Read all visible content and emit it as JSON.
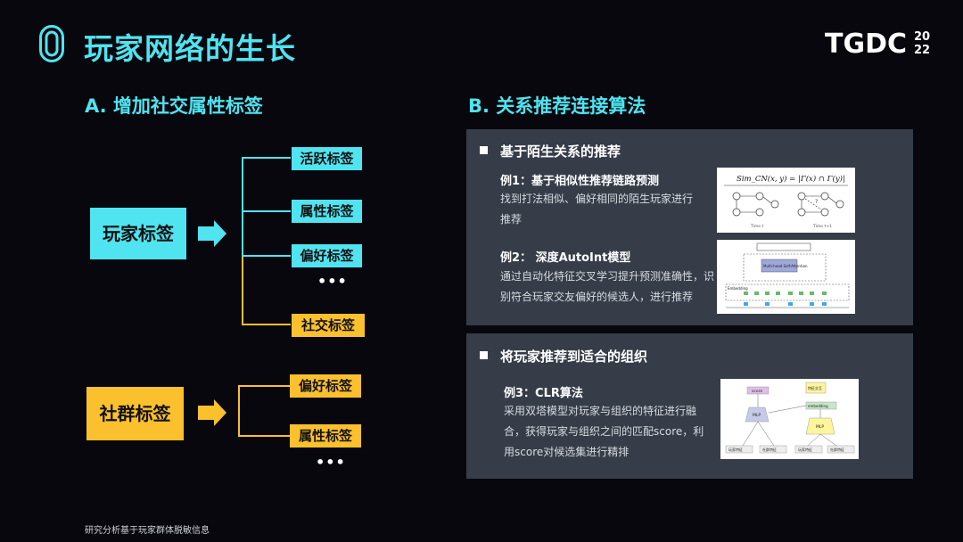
{
  "header": {
    "title": "玩家网络的生长",
    "logo_text": "TGDC",
    "logo_year_top": "20",
    "logo_year_bottom": "22"
  },
  "section_a": {
    "title": "A. 增加社交属性标签",
    "player_tags": {
      "label": "玩家标签",
      "children": [
        "活跃标签",
        "属性标签",
        "偏好标签"
      ],
      "more": "•••",
      "last": "社交标签"
    },
    "group_tags": {
      "label": "社群标签",
      "children": [
        "偏好标签",
        "属性标签"
      ],
      "more": "•••"
    }
  },
  "section_b": {
    "title": "B. 关系推荐连接算法",
    "panel1": {
      "heading": "基于陌生关系的推荐",
      "ex1_title": "例1：基于相似性推荐链路预测",
      "ex1_desc": "找到打法相似、偏好相同的陌生玩家进行推荐",
      "ex1_formula": "Sim_CN(x, y) = |Γ(x) ∩ Γ(y)|",
      "ex1_time_left": "Time t",
      "ex1_time_right": "Time t+1",
      "ex2_title": "例2： 深度AutoInt模型",
      "ex2_desc": "通过自动化特征交叉学习提升预测准确性，识别符合玩家交友偏好的候选人，进行推荐",
      "ex2_block": "Multi-head Self-Attention",
      "ex2_embed": "Embedding"
    },
    "panel2": {
      "heading": "将玩家推荐到适合的组织",
      "ex3_title": "例3：CLR算法",
      "ex3_desc": "采用双塔模型对玩家与组织的特征进行融合，获得玩家与组织之间的匹配score，利用score对候选集进行精排",
      "ex3_labels": {
        "score": "score",
        "mlp": "MLP",
        "feature_title": "特征交互",
        "embedding": "embedding",
        "mlp2": "MLP",
        "in1": "玩家特征",
        "in2": "社群特征",
        "in3": "玩家特征",
        "in4": "社群特征"
      }
    }
  },
  "footnote": "研究分析基于玩家群体脱敏信息",
  "colors": {
    "accent": "#4fe4f0",
    "gold": "#fbc02d",
    "panel": "#363d49",
    "background": "#07070d"
  }
}
